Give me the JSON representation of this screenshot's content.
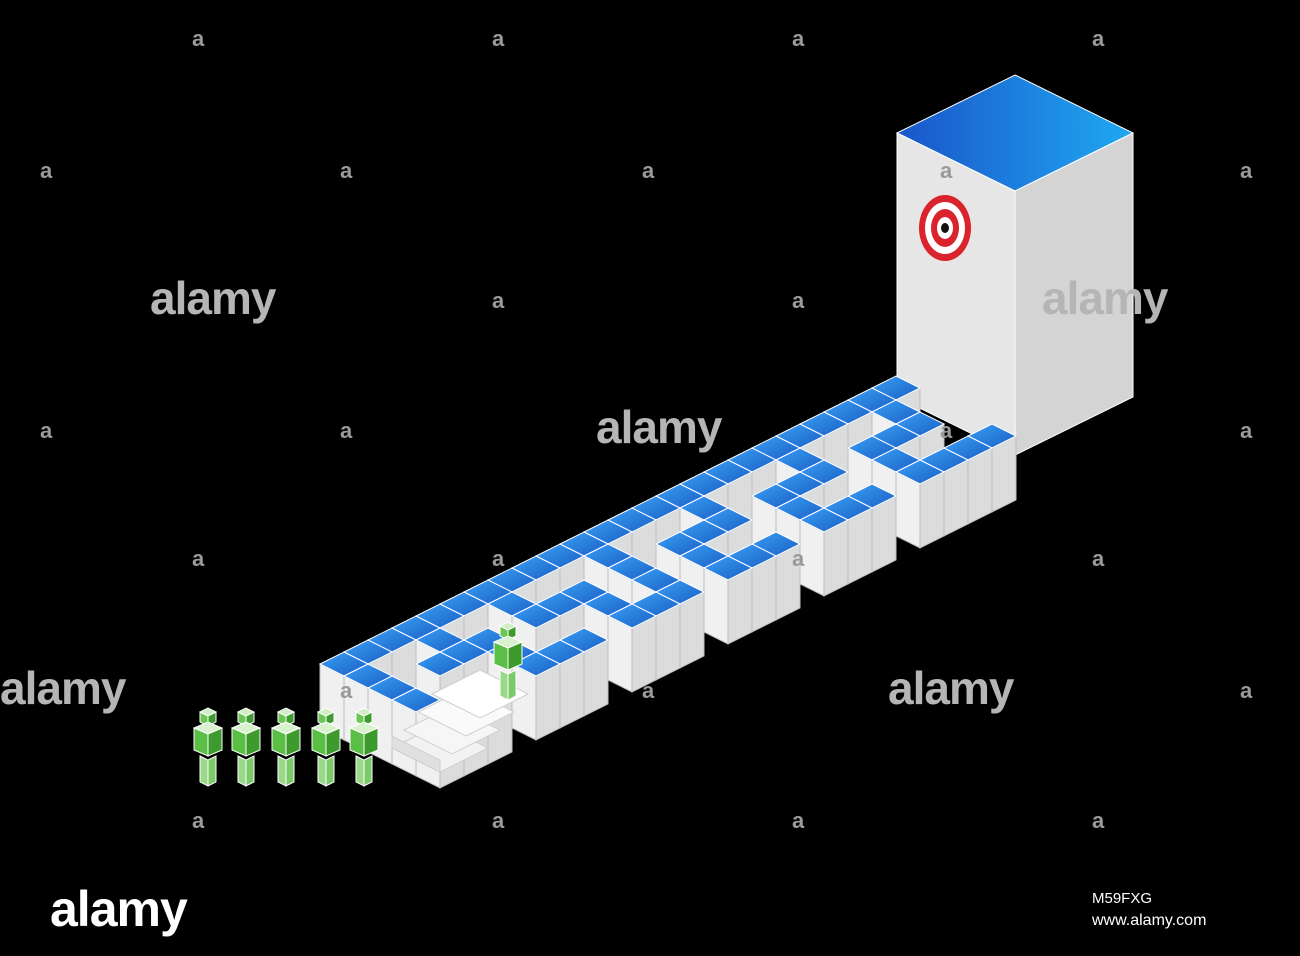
{
  "colors": {
    "background": "#000000",
    "cube_top": "#2a7fe0",
    "cube_side": "#e8e8e8",
    "target_red": "#d9232d",
    "figure_green": "#4caf3c"
  },
  "scene": {
    "goal": {
      "icon": "target-icon"
    },
    "figures_in_line": 5,
    "figure_on_path": 1
  },
  "watermarks": {
    "small_mark": "a",
    "big_mark": "alamy"
  },
  "footer": {
    "logo": "alamy",
    "image_id": "M59FXG",
    "site": "www.alamy.com"
  }
}
